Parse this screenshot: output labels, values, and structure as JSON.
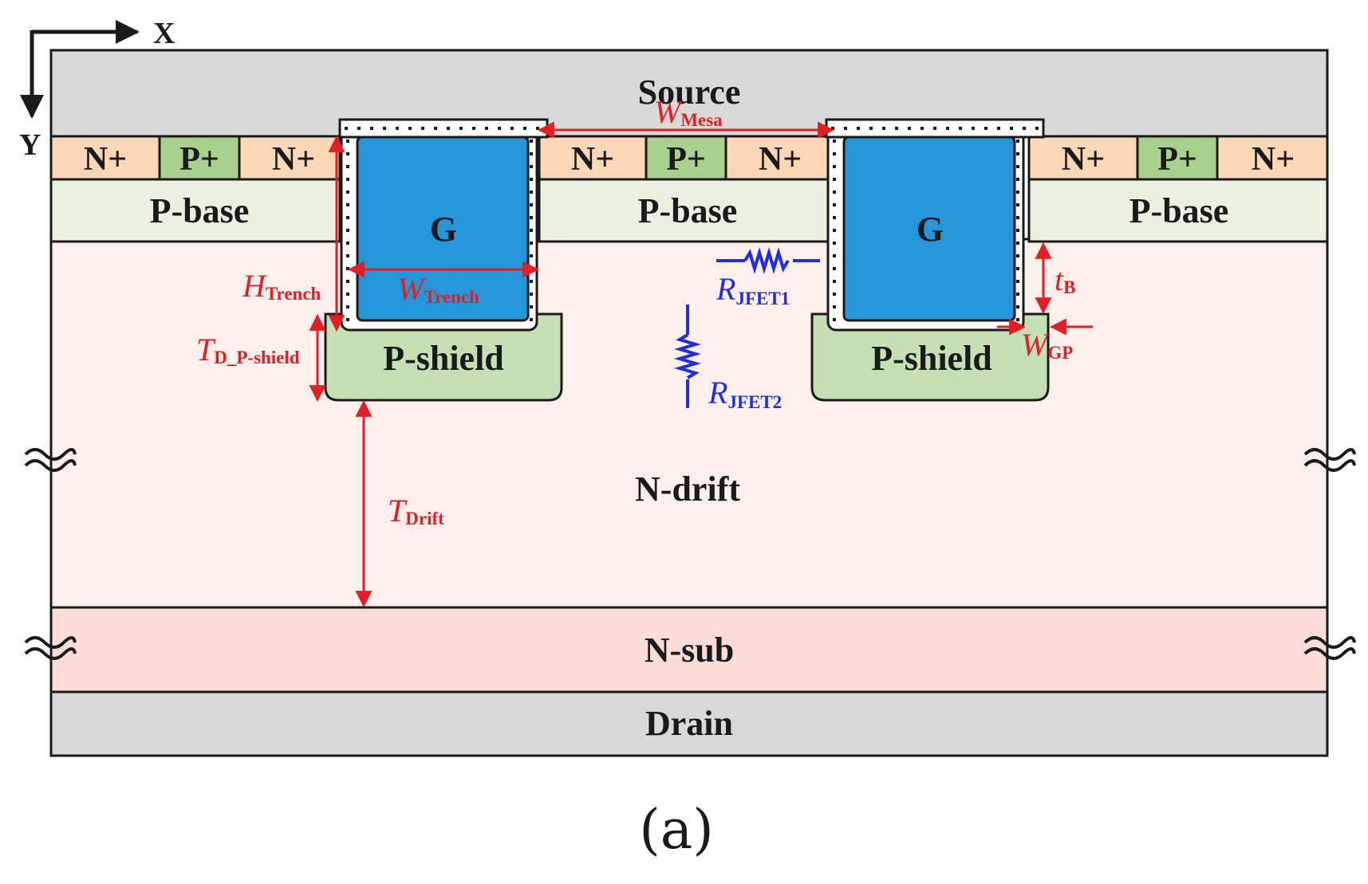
{
  "axes": {
    "x_label": "X",
    "y_label": "Y"
  },
  "regions": {
    "source": "Source",
    "n_plus": "N+",
    "p_plus": "P+",
    "p_base": "P-base",
    "gate": "G",
    "p_shield": "P-shield",
    "n_drift": "N-drift",
    "n_sub": "N-sub",
    "drain": "Drain"
  },
  "dimensions": {
    "w_mesa": {
      "main": "W",
      "sub": "Mesa"
    },
    "h_trench": {
      "main": "H",
      "sub": "Trench"
    },
    "w_trench": {
      "main": "W",
      "sub": "Trench"
    },
    "t_d_pshield": {
      "main": "T",
      "sub": "D_P-shield"
    },
    "t_drift": {
      "main": "T",
      "sub": "Drift"
    },
    "t_b": {
      "main": "t",
      "sub": "B"
    },
    "w_gp": {
      "main": "W",
      "sub": "GP"
    }
  },
  "resistors": {
    "r_jfet1": {
      "main": "R",
      "sub": "JFET1"
    },
    "r_jfet2": {
      "main": "R",
      "sub": "JFET2"
    }
  },
  "caption": "(a)",
  "colors": {
    "metal": "#d9d9d9",
    "n_plus": "#fbd7b5",
    "p_plus": "#a9d18e",
    "p_base": "#ebf1de",
    "gate": "#2596d9",
    "p_shield": "#c5e0b4",
    "n_drift": "#fdf0ec",
    "n_sub": "#fcdcd6",
    "annotation_red": "#e31e24",
    "resistor_blue": "#1f2ee6"
  }
}
